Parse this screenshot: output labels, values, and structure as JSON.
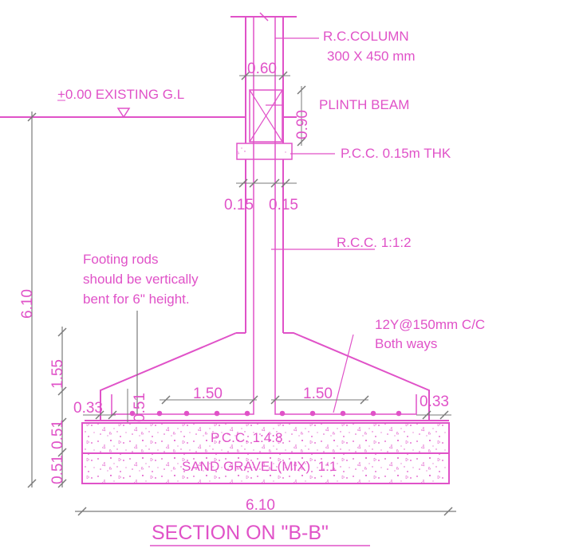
{
  "drawing": {
    "column_label_line1": "R.C.COLUMN",
    "column_label_line2": "300 X 450 mm",
    "column_width_dim": "0.60",
    "ground_level_label": "+0.00 EXISTING G.L",
    "plinth_beam_label": "PLINTH BEAM",
    "plinth_beam_dim": "0.90",
    "pcc_thk_label": "P.C.C. 0.15m THK",
    "left_offset_dim": "0.15",
    "right_offset_dim": "0.15",
    "rcc_mix_label": "R.C.C. 1:1:2",
    "note_line1": "Footing rods",
    "note_line2": "should be vertically",
    "note_line3": "bent for 6\" height.",
    "rebar_line1": "12Y@150mm C/C",
    "rebar_line2": "Both ways",
    "total_depth_dim": "6.10",
    "footing_slope_dim": "1.55",
    "left_edge_dim": "0.33",
    "right_edge_dim": "0.33",
    "footing_edge_height_dim": "0.51",
    "left_half_dim": "1.50",
    "right_half_dim": "1.50",
    "pcc_layer_dim": "0.51",
    "sand_layer_dim": "0.51",
    "pcc_layer_label": "P.C.C. 1:4:8",
    "sand_layer_label": "SAND GRAVEL(MIX)  1:1",
    "total_width_dim": "6.10",
    "section_title": "SECTION ON \"B-B\""
  },
  "colors": {
    "drawing": "#e052c8",
    "dimension": "#7a7a7a",
    "background": "#ffffff"
  }
}
